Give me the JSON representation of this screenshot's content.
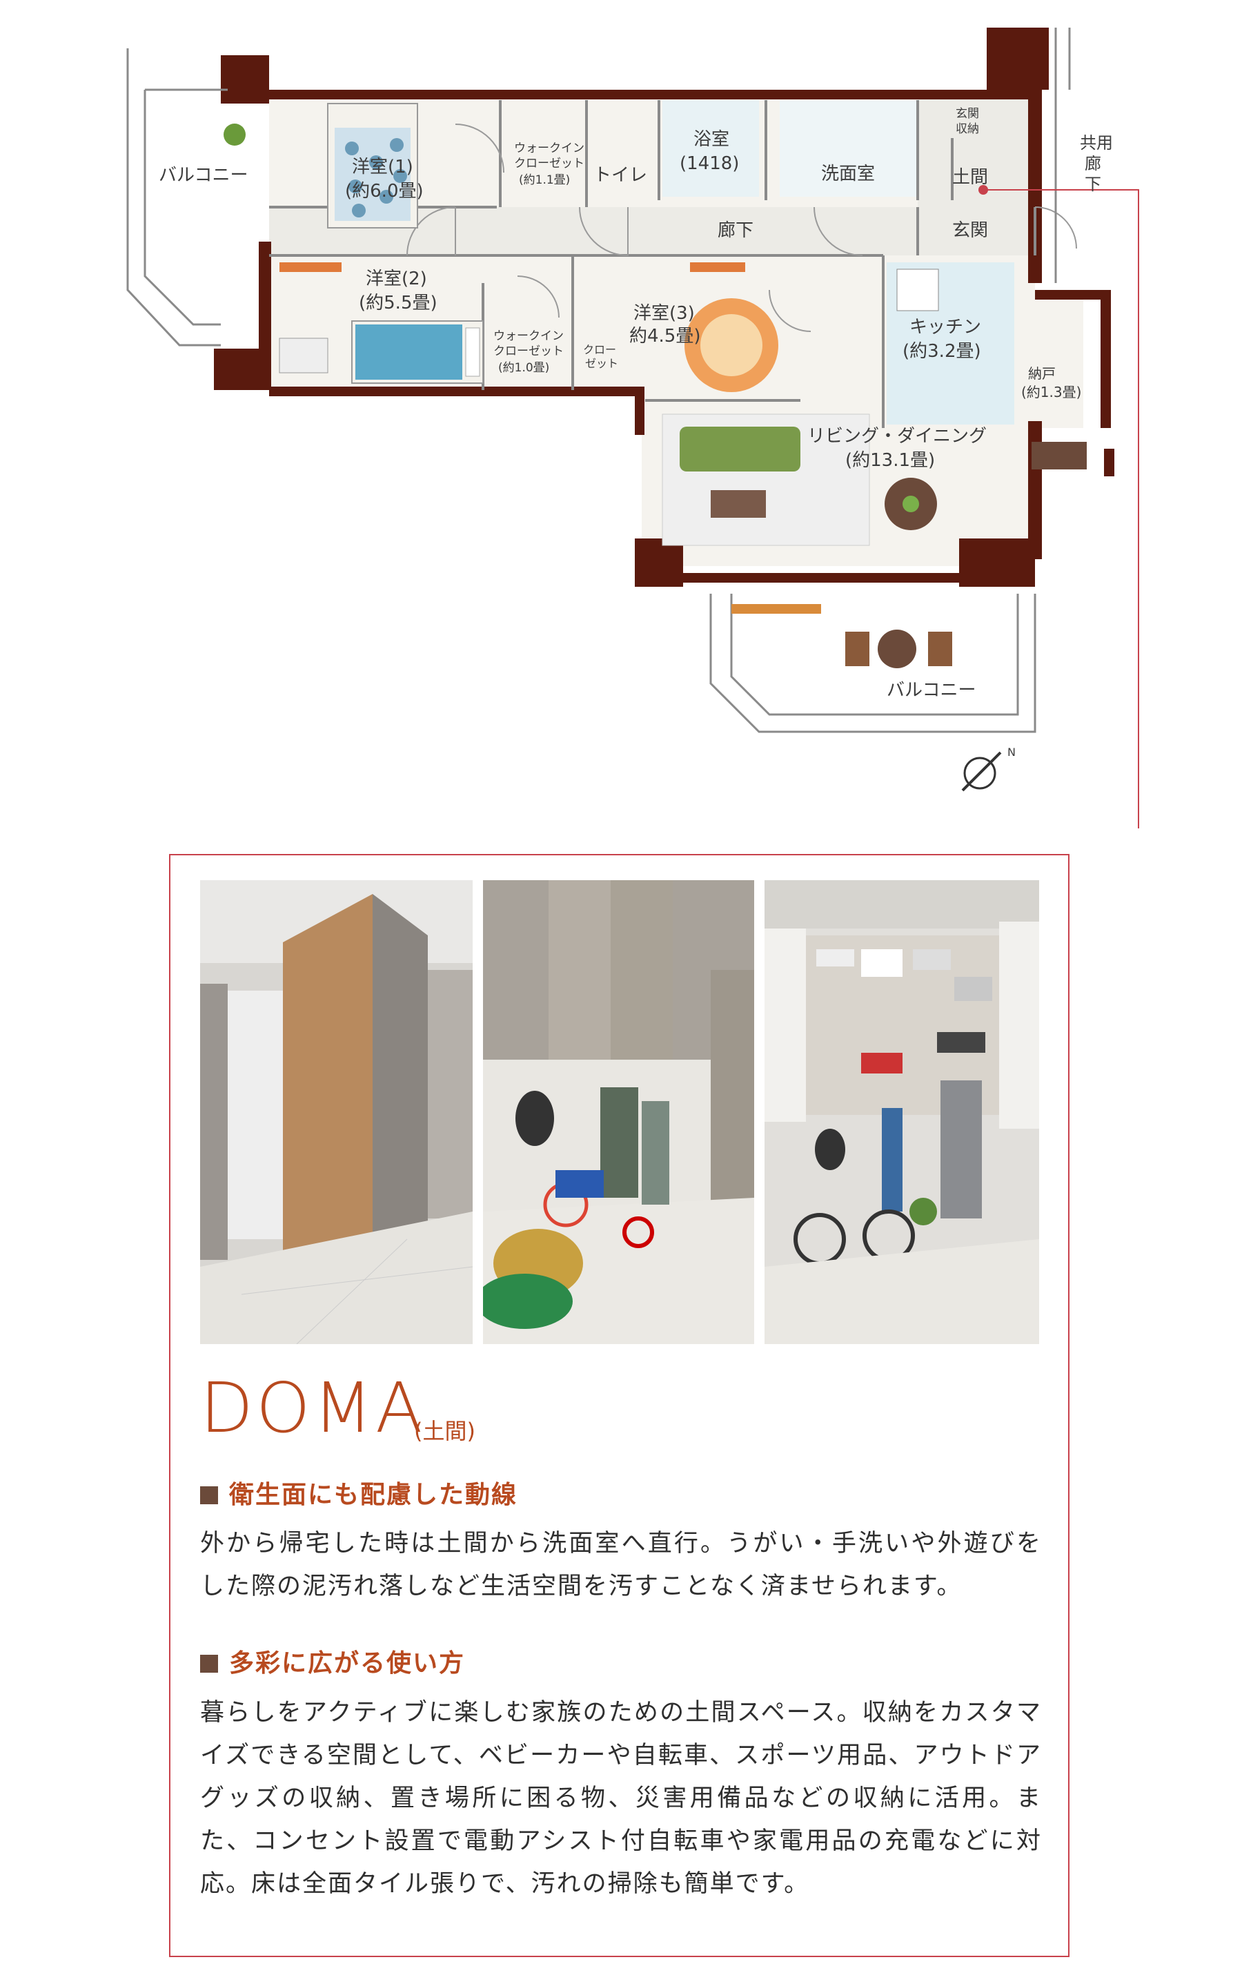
{
  "floorplan": {
    "rooms": {
      "balcony_left": "バルコニー",
      "room1_name": "洋室(1)",
      "room1_size": "(約6.0畳)",
      "wic1_name": "ウォークイン\nクローゼット",
      "wic1_size": "(約1.1畳)",
      "toilet": "トイレ",
      "bath_name": "浴室",
      "bath_size": "(1418)",
      "washroom": "洗面室",
      "entry_storage": "玄関\n収納",
      "doma": "土間",
      "common_corridor": "共用廊下",
      "hallway": "廊下",
      "entrance": "玄関",
      "room2_name": "洋室(2)",
      "room2_size": "(約5.5畳)",
      "wic2_name": "ウォークイン\nクローゼット",
      "wic2_size": "(約1.0畳)",
      "closet": "クロー\nゼット",
      "room3_name": "洋室(3)",
      "room3_size": "約4.5畳)",
      "kitchen_name": "キッチン",
      "kitchen_size": "(約3.2畳)",
      "storage_name": "納戸",
      "storage_size": "(約1.3畳)",
      "living_name": "リビング・ダイニング",
      "living_size": "(約13.1畳)",
      "balcony_bottom": "バルコニー"
    },
    "compass": "N"
  },
  "photos": [
    {
      "scene": "hallway-wood-panel"
    },
    {
      "scene": "doma-sports-storage"
    },
    {
      "scene": "doma-open-cabinets"
    }
  ],
  "doma": {
    "title": "DOMA",
    "subtitle": "(土間)",
    "section1_heading": "衛生面にも配慮した動線",
    "section1_text": "外から帰宅した時は土間から洗面室へ直行。うがい・手洗いや外遊びをした際の泥汚れ落しなど生活空間を汚すことなく済ませられます。",
    "section2_heading": "多彩に広がる使い方",
    "section2_text": "暮らしをアクティブに楽しむ家族のための土間スペース。収納をカスタマイズできる空間として、ベビーカーや自転車、スポーツ用品、アウトドアグッズの収納、置き場所に困る物、災害用備品などの収納に活用。また、コンセント設置で電動アシスト付自転車や家電用品の充電などに対応。床は全面タイル張りで、汚れの掃除も簡単です。"
  },
  "colors": {
    "accent": "#b84a1f",
    "frame": "#c8424c",
    "wall": "#5a1a0e"
  }
}
